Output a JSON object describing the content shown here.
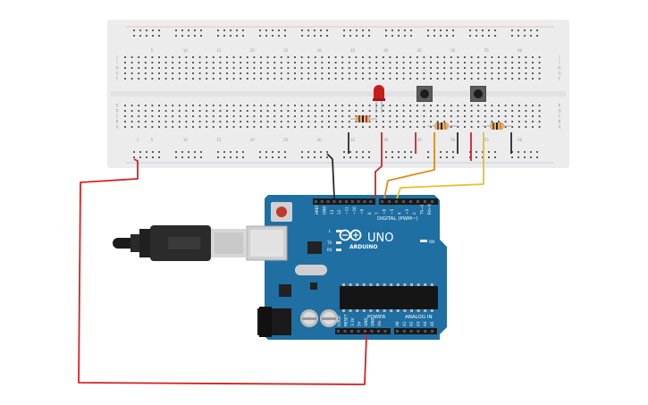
{
  "colors": {
    "breadboard": "#ececec",
    "breadboard_hole": "#3c3c3c",
    "arduino_blue": "#1f6fa3",
    "wire_red": "#d32222",
    "wire_black": "#2a2a2a",
    "wire_orange": "#e08a1e",
    "wire_yellow": "#e6c02a",
    "led": "#c81c1c"
  },
  "breadboard": {
    "column_labels_top": [
      "5",
      "10",
      "15",
      "20",
      "25",
      "30",
      "35",
      "40",
      "45",
      "50",
      "55",
      "60"
    ],
    "column_labels_bottom": [
      "1",
      "5",
      "10",
      "15",
      "20",
      "25",
      "30",
      "35",
      "40",
      "45",
      "50",
      "55",
      "60"
    ],
    "row_labels_left": [
      "J",
      "I",
      "H",
      "G",
      "F",
      "E",
      "D",
      "C",
      "B",
      "A"
    ],
    "row_labels_right": [
      "J",
      "I",
      "H",
      "G",
      "F",
      "E",
      "D",
      "C",
      "B",
      "A"
    ]
  },
  "arduino": {
    "brand": "ARDUINO",
    "model": "UNO",
    "digital_label": "DIGITAL (PWM~)",
    "power_label": "POWER",
    "analog_label": "ANALOG IN",
    "on_label": "ON",
    "led_l": "L",
    "led_tx": "TX",
    "led_rx": "RX",
    "top_pins": [
      "AREF",
      "GND",
      "13",
      "12",
      "~11",
      "~10",
      "~9",
      "8",
      "7",
      "~6",
      "~5",
      "4",
      "~3",
      "2",
      "TX→1",
      "RX←0"
    ],
    "power_pins": [
      "IOREF",
      "RESET",
      "3.3V",
      "5V",
      "GND",
      "GND",
      "Vin"
    ],
    "analog_pins": [
      "A0",
      "A1",
      "A2",
      "A3",
      "A4",
      "A5"
    ]
  }
}
